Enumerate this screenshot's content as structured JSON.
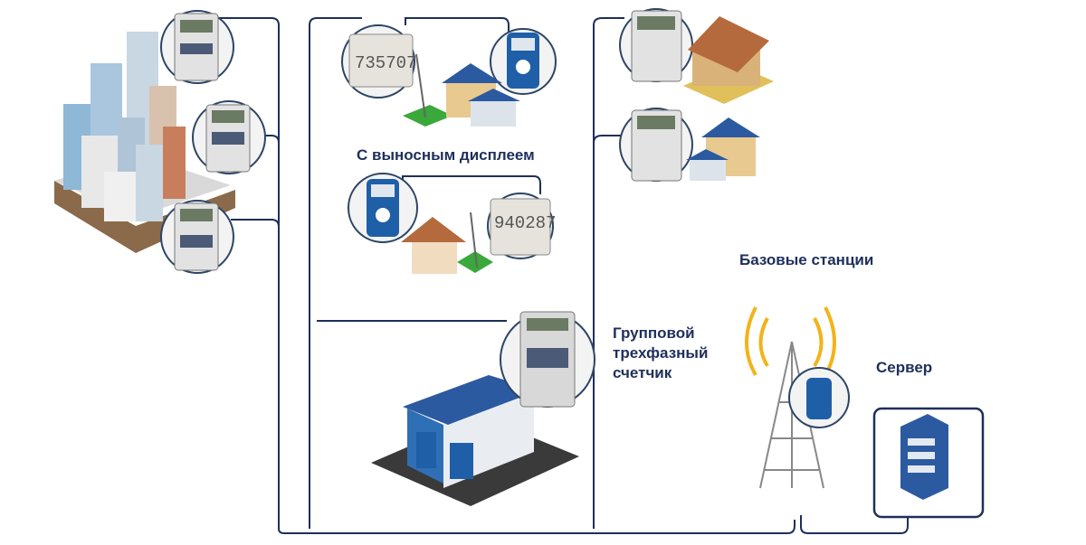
{
  "labels": {
    "remote_display": "С выносным дисплеем",
    "base_stations": "Базовые станции",
    "server": "Сервер",
    "group_meter_line1": "Групповой",
    "group_meter_line2": "трехфазный",
    "group_meter_line3": "счетчик"
  },
  "meter_numbers": [
    "735707",
    "940287"
  ],
  "colors": {
    "line": "#1e2f5a",
    "accent_blue": "#1f5fa8",
    "signal": "#f2b31b",
    "grass": "#3aa83a",
    "roof_brown": "#b46a3c"
  }
}
